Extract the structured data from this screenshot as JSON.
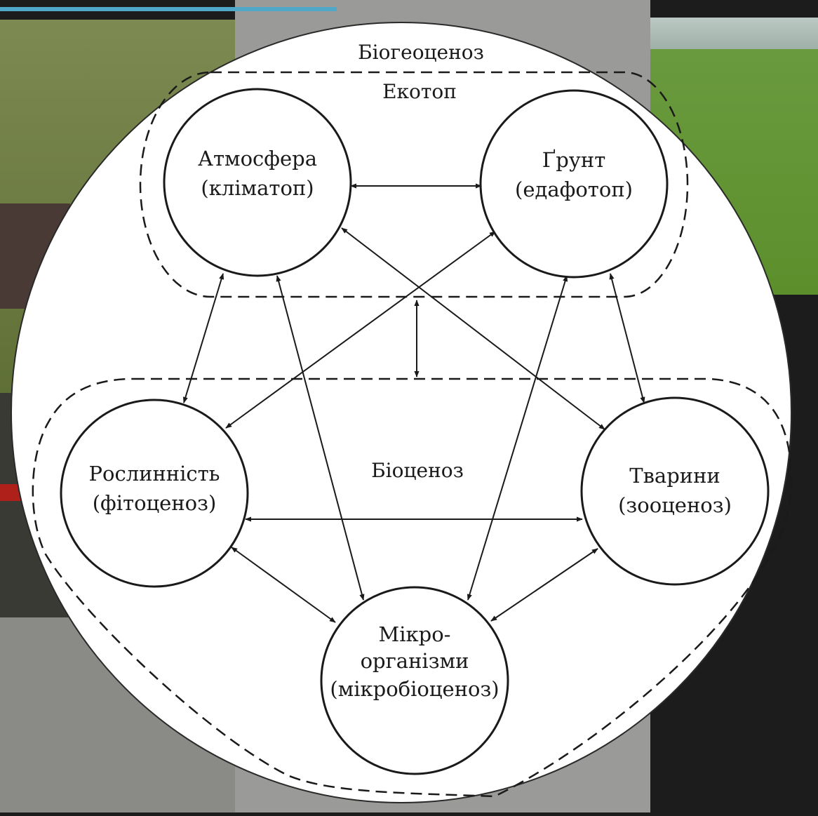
{
  "diagram": {
    "outer_label": "Біогеоценоз",
    "ecotop_label": "Екотоп",
    "biocenosis_label": "Біоценоз",
    "nodes": {
      "atmosphere": {
        "line1": "Атмосфера",
        "line2": "(кліматоп)"
      },
      "soil": {
        "line1": "Ґрунт",
        "line2": "(едафотоп)"
      },
      "plants": {
        "line1": "Рослинність",
        "line2": "(фітоценоз)"
      },
      "animals": {
        "line1": "Тварини",
        "line2": "(зооценоз)"
      },
      "microbes": {
        "line1": "Мікро-",
        "line2": "організми",
        "line3": "(мікробіоценоз)"
      }
    },
    "colors": {
      "diagram_bg": "#ffffff",
      "ink": "#1a1a1a"
    }
  }
}
